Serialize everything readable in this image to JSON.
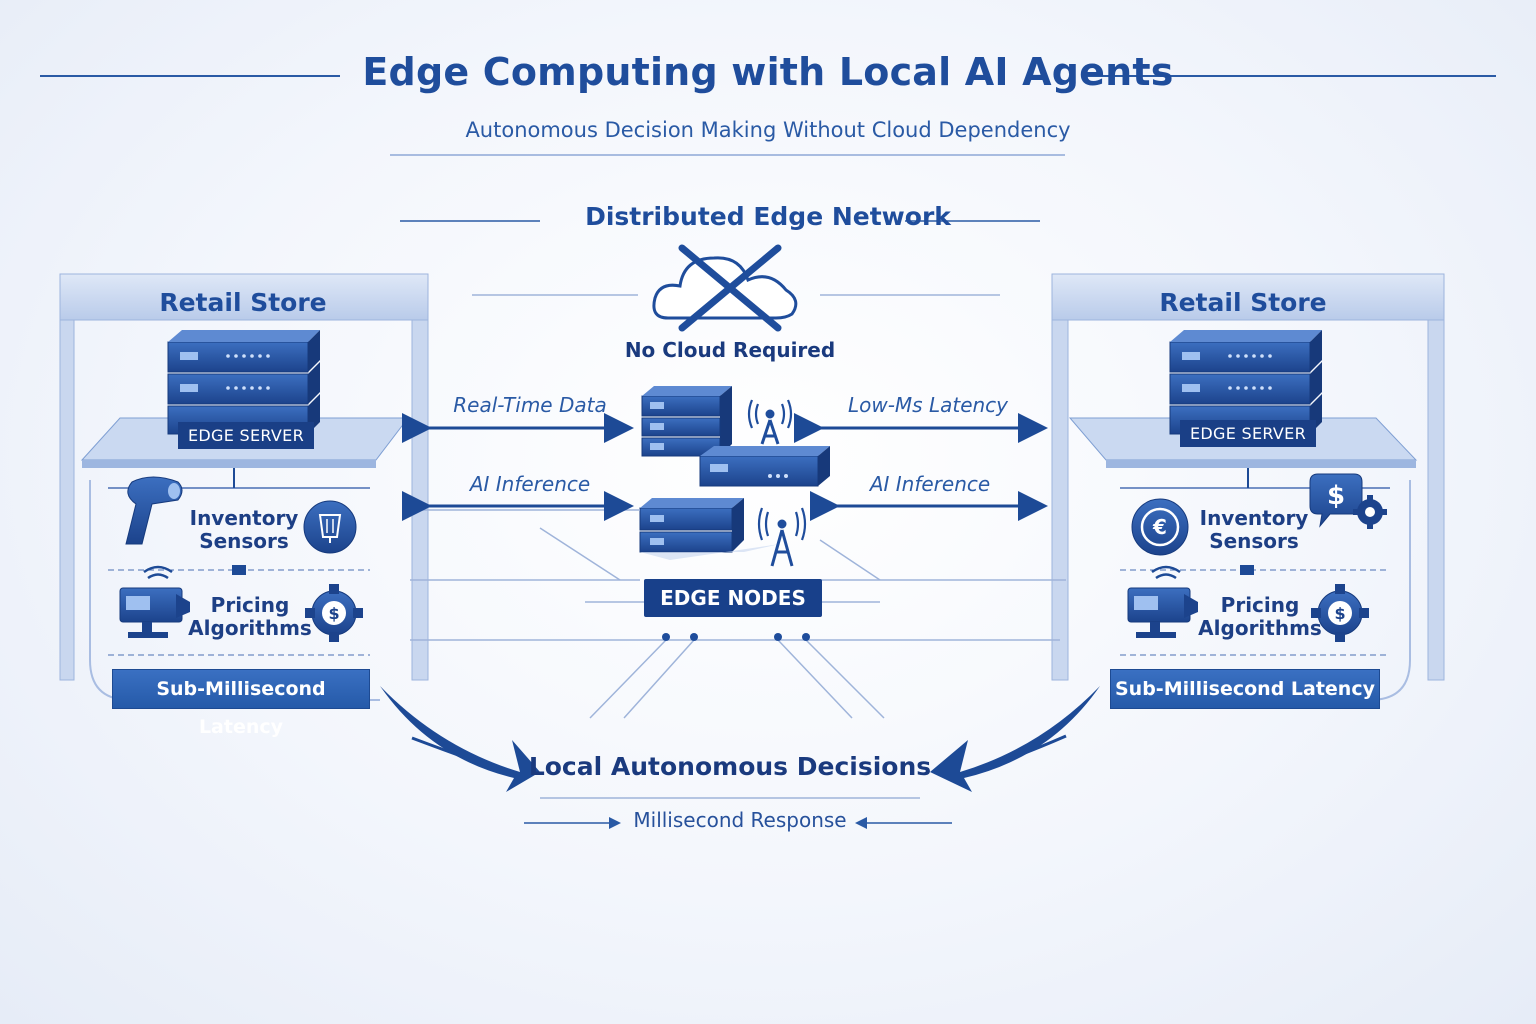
{
  "header": {
    "title": "Edge Computing with Local AI Agents",
    "subtitle": "Autonomous Decision Making Without Cloud Dependency"
  },
  "network": {
    "title": "Distributed Edge Network",
    "cloud_label": "No Cloud Required",
    "nodes_label": "EDGE NODES"
  },
  "left_store": {
    "title": "Retail Store",
    "server_label": "EDGE SERVER",
    "feature1": "Inventory Sensors",
    "feature2": "Pricing Algorithms",
    "latency": "Sub-Millisecond Latency"
  },
  "right_store": {
    "title": "Retail Store",
    "server_label": "EDGE SERVER",
    "feature1": "Inventory Sensors",
    "feature2": "Pricing Algorithms",
    "latency": "Sub-Millisecond Latency"
  },
  "flows": {
    "left_top": "Real-Time Data",
    "left_bottom": "AI Inference",
    "right_top": "Low-Ms Latency",
    "right_bottom": "AI Inference"
  },
  "outcome": {
    "title": "Local Autonomous Decisions",
    "response": "Millisecond Response"
  },
  "colors": {
    "primary": "#1f4d9c",
    "dark": "#18408a",
    "accent": "#3a70c2",
    "background": "#f3f6fc"
  }
}
